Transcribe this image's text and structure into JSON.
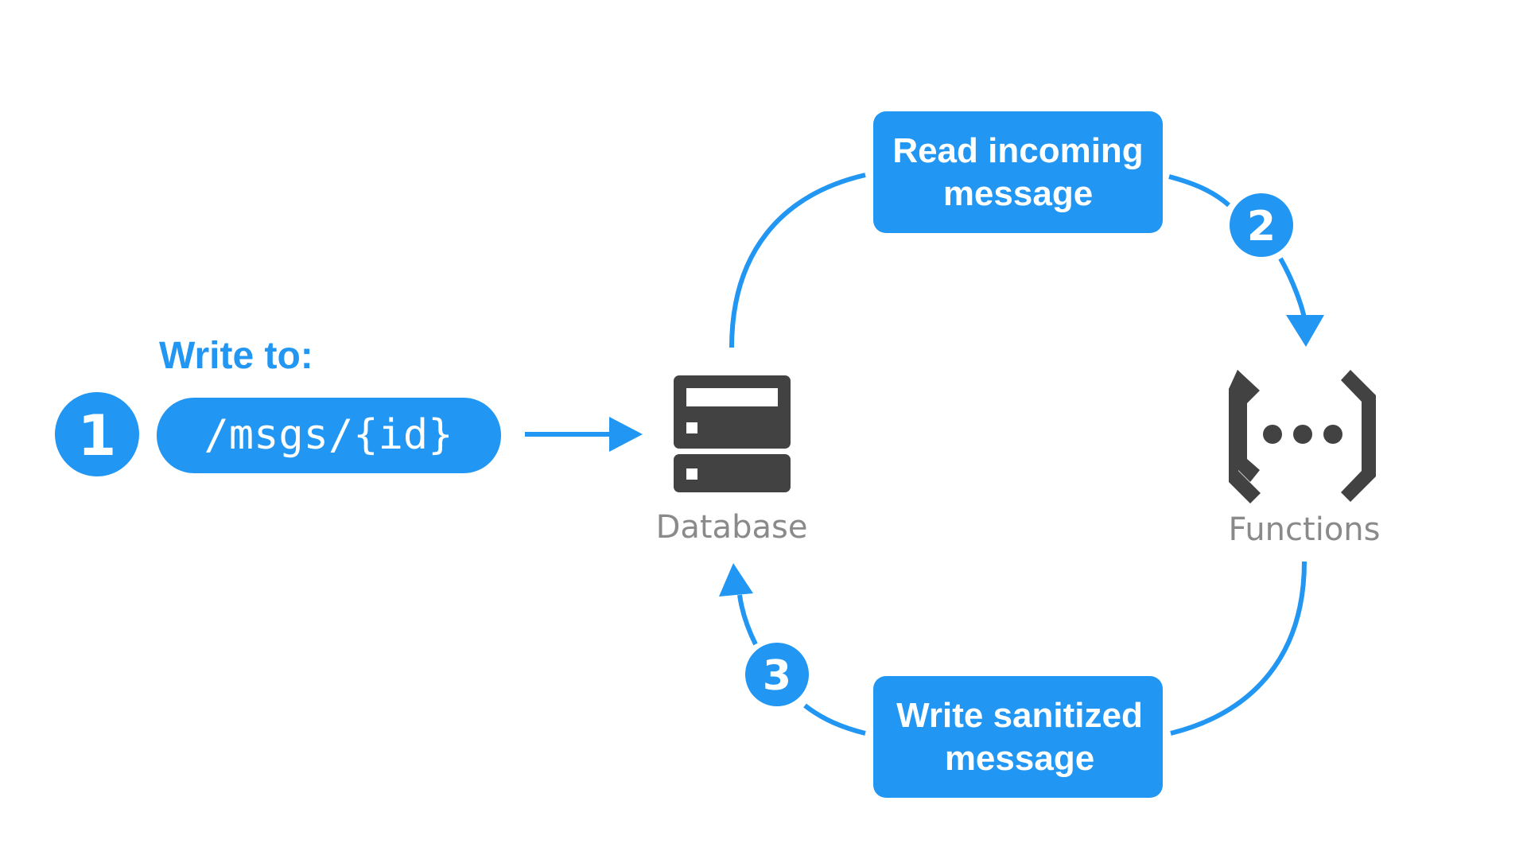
{
  "colors": {
    "accent": "#2196F3",
    "icon": "#424242",
    "label_gray": "#8A8A8A",
    "text_on_accent": "#FFFFFF",
    "background": "#FFFFFF"
  },
  "write": {
    "label": "Write to:",
    "step": "1",
    "path": "/msgs/{id}"
  },
  "nodes": {
    "database": {
      "label": "Database",
      "icon": "database-server-icon"
    },
    "functions": {
      "label": "Functions",
      "icon": "cloud-functions-icon"
    }
  },
  "boxes": {
    "read": {
      "line1": "Read incoming",
      "line2": "message"
    },
    "write": {
      "line1": "Write sanitized",
      "line2": "message"
    }
  },
  "steps": {
    "two": "2",
    "three": "3"
  }
}
